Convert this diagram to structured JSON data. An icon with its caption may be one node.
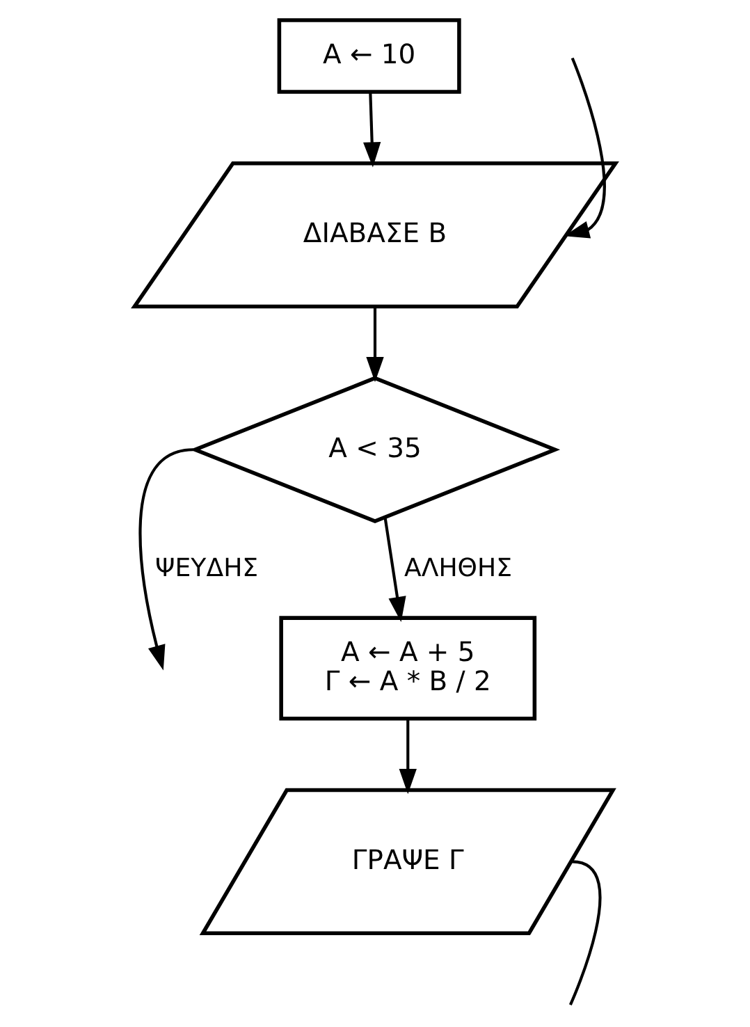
{
  "diagram": {
    "nodes": [
      {
        "text": [
          "Α ← 10"
        ]
      },
      {
        "text": [
          "ΔΙΑΒΑΣΕ Β"
        ]
      },
      {
        "text": [
          "Α < 35"
        ]
      },
      {
        "text": [
          "Α ← Α + 5",
          "Γ ← Α * Β / 2"
        ]
      },
      {
        "text": [
          "ΓΡΑΨΕ Γ"
        ]
      }
    ],
    "edges": [
      {
        "from": 0,
        "to": 1,
        "arrow": "to"
      },
      {
        "from": null,
        "to": 1,
        "arrow": "to"
      },
      {
        "from": 1,
        "to": 2,
        "arrow": "to"
      },
      {
        "from": 2,
        "to": null,
        "arrow": "to",
        "label": "ΨΕΥΔΗΣ"
      },
      {
        "from": 2,
        "to": 3,
        "arrow": "to",
        "label": "ΑΛΗΘΗΣ"
      },
      {
        "from": 3,
        "to": 4,
        "arrow": "to"
      },
      {
        "from": 4,
        "to": null,
        "arrow": "none"
      }
    ]
  }
}
